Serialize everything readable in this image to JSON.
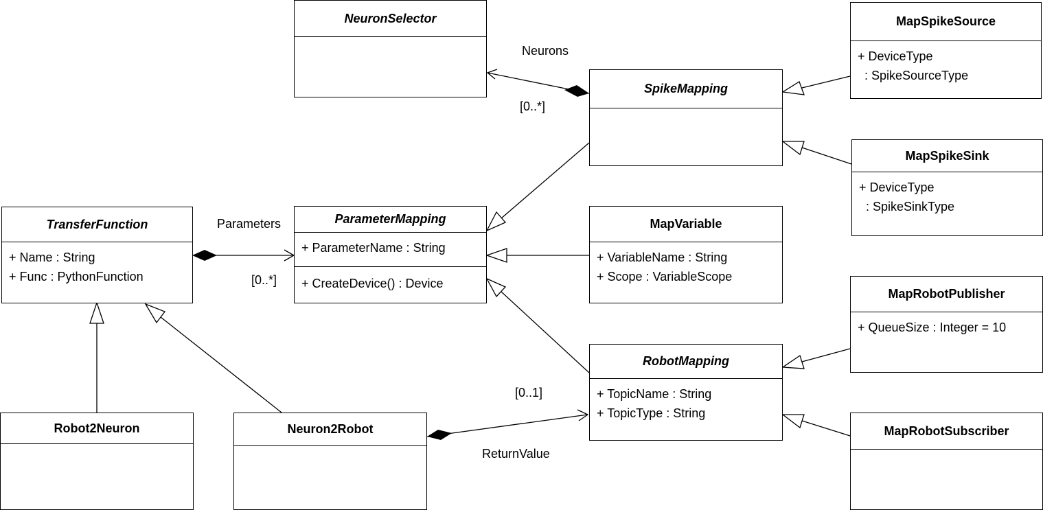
{
  "classes": {
    "neuron_selector": {
      "name": "NeuronSelector"
    },
    "map_spike_source": {
      "name": "MapSpikeSource",
      "attributes": [
        "+ DeviceType",
        ": SpikeSourceType"
      ]
    },
    "spike_mapping": {
      "name": "SpikeMapping"
    },
    "map_spike_sink": {
      "name": "MapSpikeSink",
      "attributes": [
        "+ DeviceType",
        ": SpikeSinkType"
      ]
    },
    "transfer_function": {
      "name": "TransferFunction",
      "attributes": [
        "+ Name : String",
        "+ Func : PythonFunction"
      ]
    },
    "parameter_mapping": {
      "name": "ParameterMapping",
      "attributes": [
        "+ ParameterName : String"
      ],
      "operations": [
        "+ CreateDevice() : Device"
      ]
    },
    "map_variable": {
      "name": "MapVariable",
      "attributes": [
        "+ VariableName : String",
        "+ Scope : VariableScope"
      ]
    },
    "map_robot_publisher": {
      "name": "MapRobotPublisher",
      "attributes": [
        "+ QueueSize : Integer = 10"
      ]
    },
    "robot_mapping": {
      "name": "RobotMapping",
      "attributes": [
        "+ TopicName : String",
        "+ TopicType : String"
      ]
    },
    "robot2neuron": {
      "name": "Robot2Neuron"
    },
    "neuron2robot": {
      "name": "Neuron2Robot"
    },
    "map_robot_subscriber": {
      "name": "MapRobotSubscriber"
    }
  },
  "labels": {
    "neurons": "Neurons",
    "neurons_mult": "[0..*]",
    "parameters": "Parameters",
    "parameters_mult": "[0..*]",
    "return_mult": "[0..1]",
    "return_value": "ReturnValue"
  }
}
